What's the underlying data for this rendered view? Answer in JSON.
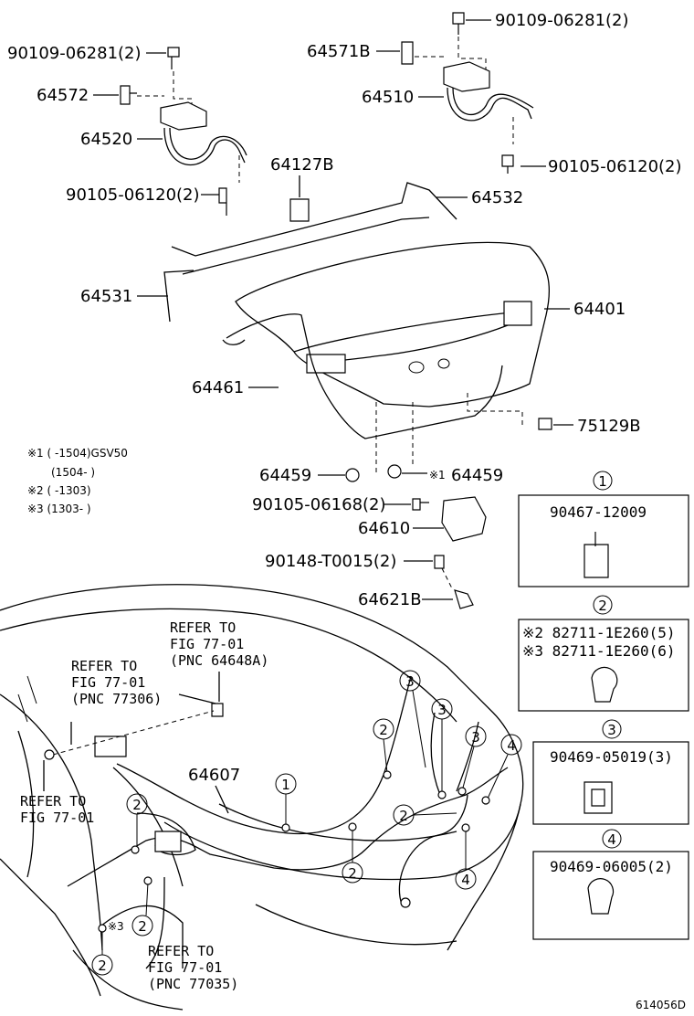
{
  "parts": {
    "p90109_left": "90109-06281(2)",
    "p90109_right": "90109-06281(2)",
    "p64571B": "64571B",
    "p64572": "64572",
    "p64510": "64510",
    "p64520": "64520",
    "p90105_right": "90105-06120(2)",
    "p64127B": "64127B",
    "p90105_left": "90105-06120(2)",
    "p64532": "64532",
    "p64531": "64531",
    "p64401": "64401",
    "p64461": "64461",
    "p75129B": "75129B",
    "p64459_left": "64459",
    "p64459_right": "64459",
    "p64459_right_mark": "※1",
    "p90105_06168": "90105-06168(2)",
    "p64610": "64610",
    "p90148": "90148-T0015(2)",
    "p64621B": "64621B",
    "p64607": "64607"
  },
  "notes": {
    "line1": "※1 (        -1504)GSV50",
    "line2": "(1504-        )",
    "line3": "※2 (        -1303)",
    "line4": "※3 (1303-        )"
  },
  "refs": {
    "ref1": [
      "REFER TO",
      "FIG 77-01",
      "(PNC 64648A)"
    ],
    "ref2": [
      "REFER TO",
      "FIG 77-01",
      "(PNC 77306)"
    ],
    "ref3": [
      "REFER TO",
      "FIG 77-01"
    ],
    "ref4": [
      "REFER TO",
      "FIG 77-01",
      "(PNC 77035)"
    ]
  },
  "legend": {
    "box1": {
      "num": "1",
      "part": "90467-12009"
    },
    "box2": {
      "num": "2",
      "part_a": "※2 82711-1E260(5)",
      "part_b": "※3 82711-1E260(6)"
    },
    "box3": {
      "num": "3",
      "part": "90469-05019(3)"
    },
    "box4": {
      "num": "4",
      "part": "90469-06005(2)"
    }
  },
  "callouts": {
    "c1": "1",
    "c2": "2",
    "c3": "3",
    "c4": "4"
  },
  "mark3": "※3",
  "diagram_code": "614056D"
}
